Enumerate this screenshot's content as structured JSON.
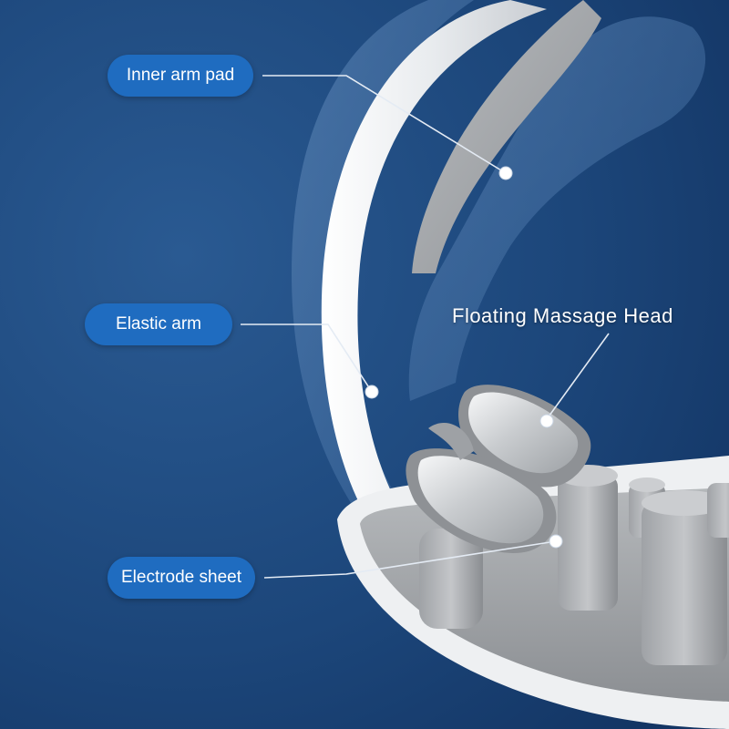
{
  "labels": {
    "inner_arm_pad": "Inner arm pad",
    "elastic_arm": "Elastic arm",
    "floating_massage_head": "Floating Massage Head",
    "electrode_sheet": "Electrode sheet"
  },
  "colors": {
    "background": "#1b4476",
    "pill": "#1f6cc0",
    "leader_line": "#e4ebf4",
    "device_white": "#eef0f2",
    "device_grey": "#a6a8aa",
    "electrode_silver": "#d7d9db"
  }
}
